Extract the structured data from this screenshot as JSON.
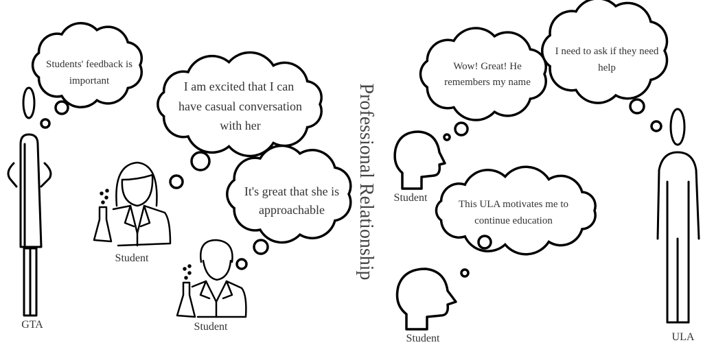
{
  "title": "Professional Relationship",
  "actors": {
    "gta": "GTA",
    "ula": "ULA",
    "student_female": "Student",
    "student_male": "Student",
    "student_head_top": "Student",
    "student_head_bottom": "Student"
  },
  "thoughts": {
    "gta": [
      "Students' feedback is",
      "important"
    ],
    "student_female": [
      "I am excited that I can",
      "have casual conversation",
      "with her"
    ],
    "student_male": [
      "It's great that she is",
      "approachable"
    ],
    "student_head_top": [
      "Wow! Great! He",
      "remembers my name"
    ],
    "ula": [
      "I need to ask if they need",
      "help"
    ],
    "student_head_bottom": [
      "This ULA motivates me to",
      "continue education"
    ]
  },
  "colors": {
    "stroke": "#000000",
    "text": "#333333",
    "background": "#ffffff"
  }
}
